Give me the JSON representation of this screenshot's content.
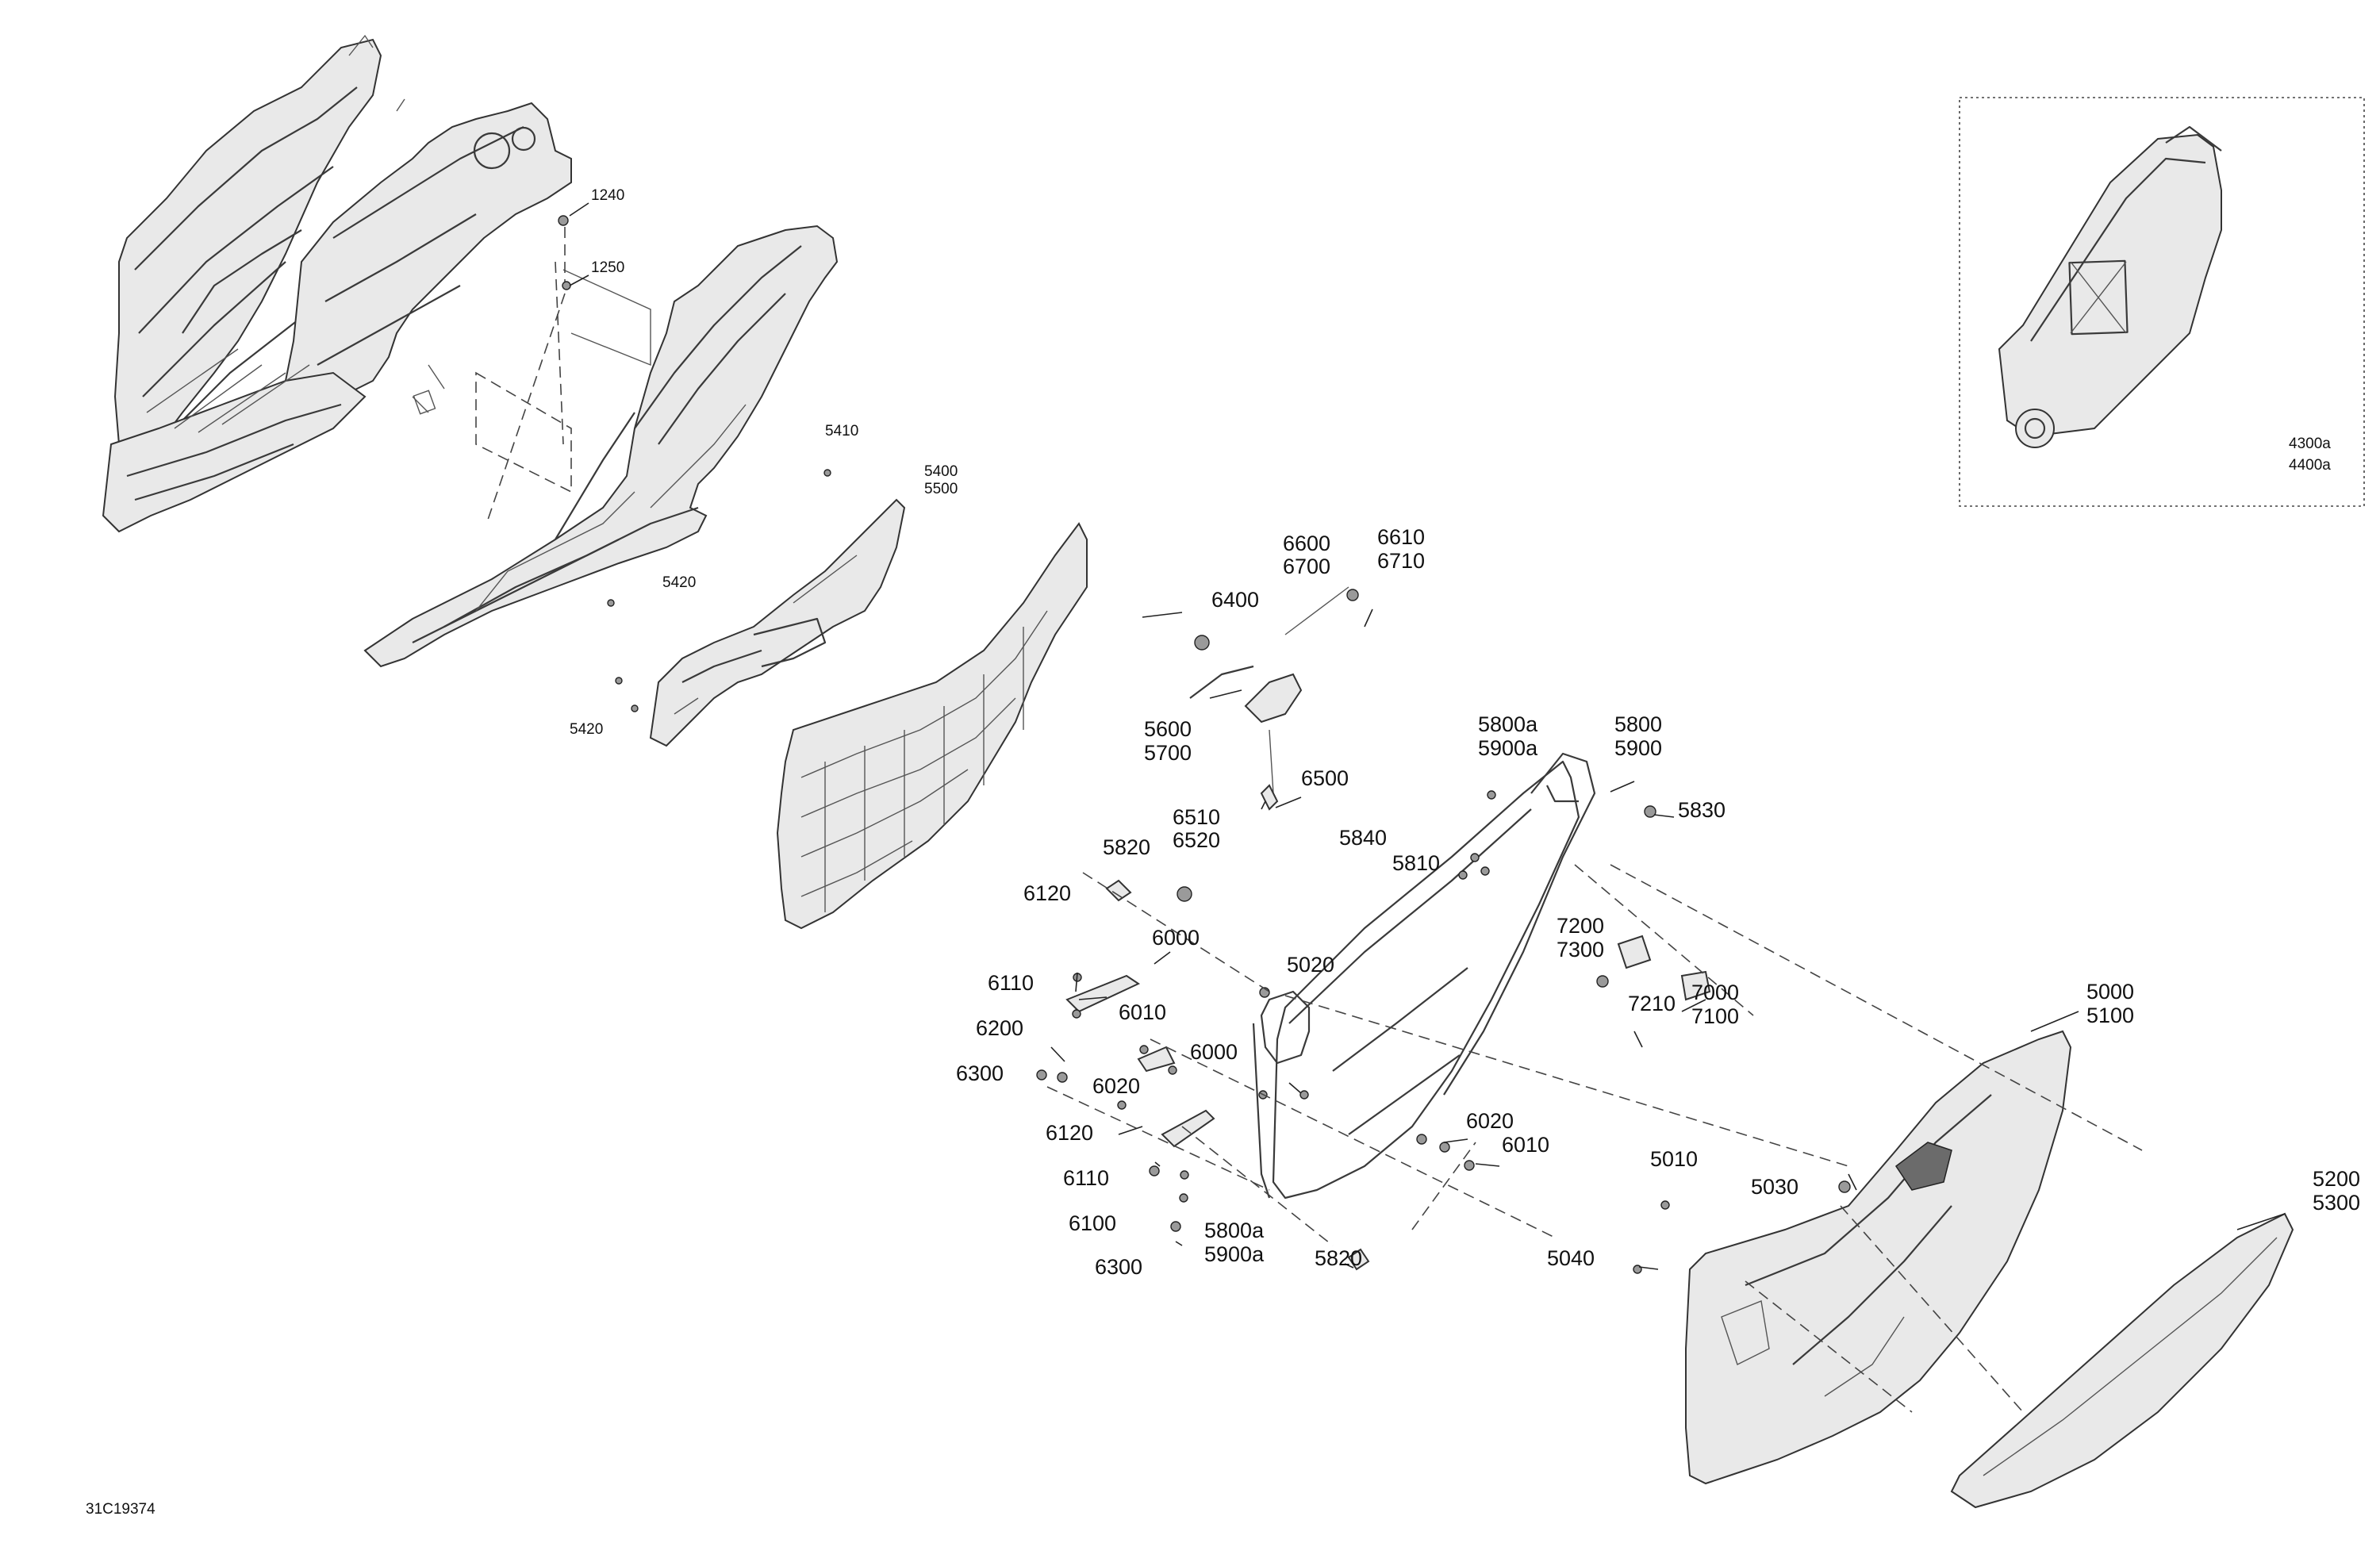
{
  "drawing_number": "31C19374",
  "callouts": [
    {
      "id": "c1240",
      "lines": [
        "1240"
      ]
    },
    {
      "id": "c1250",
      "lines": [
        "1250"
      ]
    },
    {
      "id": "c5410",
      "lines": [
        "5410"
      ]
    },
    {
      "id": "c5400",
      "lines": [
        "5400",
        "5500"
      ]
    },
    {
      "id": "c5420a",
      "lines": [
        "5420"
      ]
    },
    {
      "id": "c5420b",
      "lines": [
        "5420"
      ]
    },
    {
      "id": "c6600",
      "lines": [
        "6600",
        "6700"
      ]
    },
    {
      "id": "c6610",
      "lines": [
        "6610",
        "6710"
      ]
    },
    {
      "id": "c6400",
      "lines": [
        "6400"
      ]
    },
    {
      "id": "c5600",
      "lines": [
        "5600",
        "5700"
      ]
    },
    {
      "id": "c6500",
      "lines": [
        "6500"
      ]
    },
    {
      "id": "c6510",
      "lines": [
        "6510",
        "6520"
      ]
    },
    {
      "id": "c5800a",
      "lines": [
        "5800a",
        "5900a"
      ]
    },
    {
      "id": "c5800",
      "lines": [
        "5800",
        "5900"
      ]
    },
    {
      "id": "c5830",
      "lines": [
        "5830"
      ]
    },
    {
      "id": "c5840",
      "lines": [
        "5840"
      ]
    },
    {
      "id": "c5810",
      "lines": [
        "5810"
      ]
    },
    {
      "id": "c5820a",
      "lines": [
        "5820"
      ]
    },
    {
      "id": "c6120a",
      "lines": [
        "6120"
      ]
    },
    {
      "id": "c6000a",
      "lines": [
        "6000"
      ]
    },
    {
      "id": "c6110a",
      "lines": [
        "6110"
      ]
    },
    {
      "id": "c5020",
      "lines": [
        "5020"
      ]
    },
    {
      "id": "c7200",
      "lines": [
        "7200",
        "7300"
      ]
    },
    {
      "id": "c7000",
      "lines": [
        "7000",
        "7100"
      ]
    },
    {
      "id": "c7210",
      "lines": [
        "7210"
      ]
    },
    {
      "id": "c6200",
      "lines": [
        "6200"
      ]
    },
    {
      "id": "c6010a",
      "lines": [
        "6010"
      ]
    },
    {
      "id": "c6000b",
      "lines": [
        "6000"
      ]
    },
    {
      "id": "c6300a",
      "lines": [
        "6300"
      ]
    },
    {
      "id": "c6020a",
      "lines": [
        "6020"
      ]
    },
    {
      "id": "c6120b",
      "lines": [
        "6120"
      ]
    },
    {
      "id": "c6110b",
      "lines": [
        "6110"
      ]
    },
    {
      "id": "c6100",
      "lines": [
        "6100"
      ]
    },
    {
      "id": "c6300b",
      "lines": [
        "6300"
      ]
    },
    {
      "id": "c5800a2",
      "lines": [
        "5800a",
        "5900a"
      ]
    },
    {
      "id": "c5820b",
      "lines": [
        "5820"
      ]
    },
    {
      "id": "c6020b",
      "lines": [
        "6020"
      ]
    },
    {
      "id": "c6010b",
      "lines": [
        "6010"
      ]
    },
    {
      "id": "c5000",
      "lines": [
        "5000",
        "5100"
      ]
    },
    {
      "id": "c5010",
      "lines": [
        "5010"
      ]
    },
    {
      "id": "c5030",
      "lines": [
        "5030"
      ]
    },
    {
      "id": "c5040",
      "lines": [
        "5040"
      ]
    },
    {
      "id": "c5200",
      "lines": [
        "5200",
        "5300"
      ]
    },
    {
      "id": "c4300a",
      "lines": [
        "4300a",
        "4400a"
      ]
    }
  ]
}
